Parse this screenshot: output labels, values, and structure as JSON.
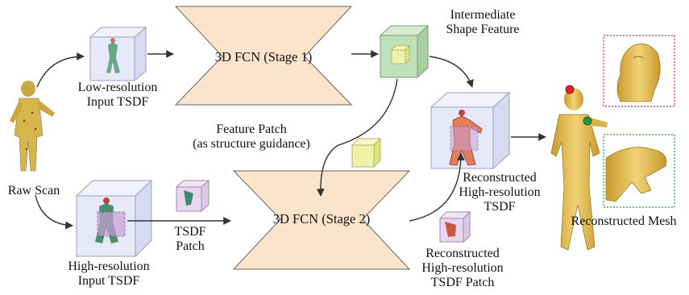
{
  "labels": {
    "raw_scan": "Raw Scan",
    "low_res_input": [
      "Low-resolution",
      "Input TSDF"
    ],
    "high_res_input": [
      "High-resolution",
      "Input TSDF"
    ],
    "fcn_stage1": "3D FCN (Stage 1)",
    "fcn_stage2": "3D FCN (Stage 2)",
    "intermediate_feature": [
      "Intermediate",
      "Shape Feature"
    ],
    "feature_patch": [
      "Feature Patch",
      "(as structure guidance)"
    ],
    "tsdf_patch": [
      "TSDF",
      "Patch"
    ],
    "reconstructed_high_res": [
      "Reconstructed",
      "High-resolution",
      "TSDF"
    ],
    "reconstructed_patch": [
      "Reconstructed",
      "High-resolution",
      "TSDF Patch"
    ],
    "reconstructed_mesh": "Reconstructed Mesh"
  },
  "colors": {
    "fcn_fill": "#fbe3cc",
    "fcn_stroke": "#666666",
    "feature_cube": "#bfe0b8",
    "patch_cube": "#eef2a6",
    "volume_cube": "#e5e6f7",
    "mesh": "#e8c75a",
    "highlight_red": "#d8252a",
    "highlight_green": "#1e9a3c"
  },
  "icons": {
    "raw_scan": "human-point-cloud-icon",
    "mesh": "human-mesh-icon"
  }
}
